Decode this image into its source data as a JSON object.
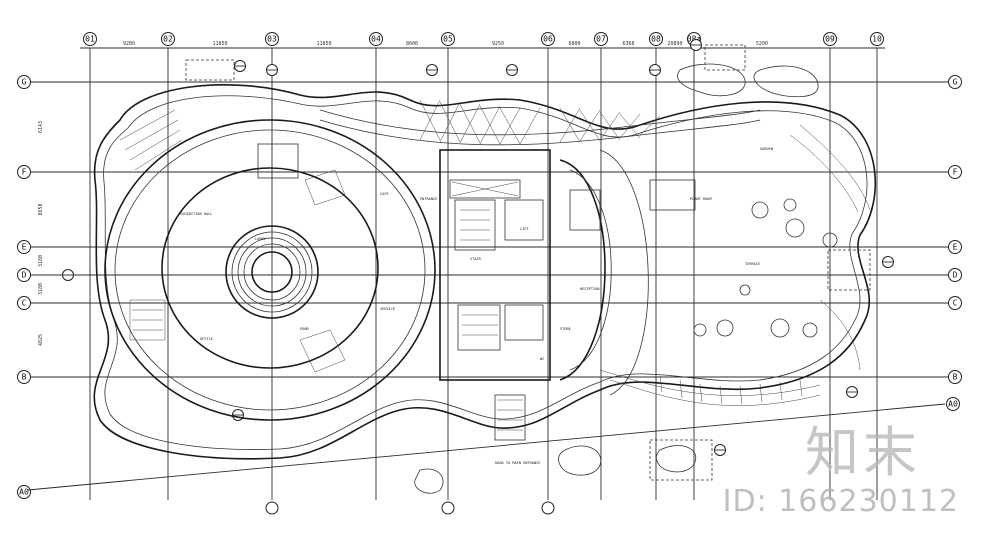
{
  "grid": {
    "columns": [
      {
        "label": "01"
      },
      {
        "label": "02"
      },
      {
        "label": "03"
      },
      {
        "label": "04"
      },
      {
        "label": "05"
      },
      {
        "label": "06"
      },
      {
        "label": "07"
      },
      {
        "label": "08"
      },
      {
        "label": "08a"
      },
      {
        "label": "09"
      },
      {
        "label": "10"
      }
    ],
    "rows": [
      {
        "label": "G"
      },
      {
        "label": "F"
      },
      {
        "label": "E"
      },
      {
        "label": "D"
      },
      {
        "label": "C"
      },
      {
        "label": "B"
      }
    ],
    "diagonal_labels": [
      "A0",
      "A0"
    ],
    "dimensions": [
      "9280",
      "11850",
      "11850",
      "8600",
      "9250",
      "6800",
      "6368",
      "20890",
      "5200"
    ],
    "row_dimensions": [
      "6143",
      "8650",
      "3180",
      "3180",
      "4825"
    ]
  },
  "room_labels": [
    "LOBBY",
    "EXHIBITION HALL",
    "CAFE",
    "RECEPTION",
    "STAIR",
    "LIFT",
    "WC",
    "STORE",
    "TERRACE",
    "OFFICE",
    "SERVICE",
    "PLANT ROOM",
    "GARDEN",
    "POND",
    "ENTRANCE"
  ],
  "bottom_note": "ROAD TO MAIN ENTRANCE",
  "watermark": {
    "logo": "知末",
    "id_text": "ID: 166230112"
  }
}
